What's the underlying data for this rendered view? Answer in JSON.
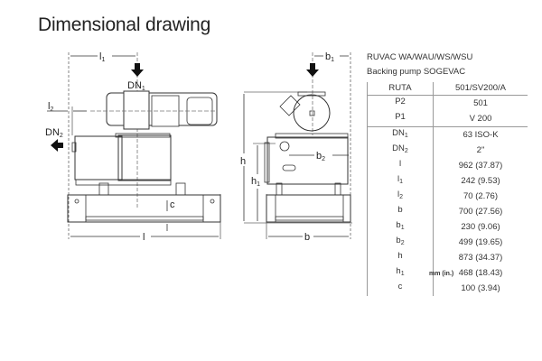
{
  "title": "Dimensional drawing",
  "model": "RUVAC WA/WAU/WS/WSU",
  "backing_pump": "Backing pump SOGEVAC",
  "drawing_labels": {
    "l": "l",
    "l1": "l",
    "l1_sub": "1",
    "l2": "l",
    "l2_sub": "2",
    "dn1": "DN",
    "dn1_sub": "1",
    "dn2": "DN",
    "dn2_sub": "2",
    "c": "c",
    "h": "h",
    "h1": "h",
    "h1_sub": "1",
    "b": "b",
    "b1": "b",
    "b1_sub": "1",
    "b2": "b",
    "b2_sub": "2"
  },
  "table": {
    "header": {
      "key": "RUTA",
      "value": "501/SV200/A"
    },
    "rows": [
      {
        "key": "P2",
        "sub": "",
        "value": "501"
      },
      {
        "key": "P1",
        "sub": "",
        "value": "V 200"
      },
      {
        "key": "DN",
        "sub": "1",
        "value": "63 ISO-K"
      },
      {
        "key": "DN",
        "sub": "2",
        "value": "2\""
      },
      {
        "key": "l",
        "sub": "",
        "value": "962 (37.87)"
      },
      {
        "key": "l",
        "sub": "1",
        "value": "242 (9.53)"
      },
      {
        "key": "l",
        "sub": "2",
        "value": "70 (2.76)"
      },
      {
        "key": "b",
        "sub": "",
        "value": "700 (27.56)"
      },
      {
        "key": "b",
        "sub": "1",
        "value": "230 (9.06)"
      },
      {
        "key": "b",
        "sub": "2",
        "value": "499 (19.65)"
      },
      {
        "key": "h",
        "sub": "",
        "value": "873 (34.37)"
      },
      {
        "key": "h",
        "sub": "1",
        "value": "468 (18.43)"
      },
      {
        "key": "c",
        "sub": "",
        "value": "100 (3.94)"
      }
    ]
  },
  "unit_note": "mm (in.)"
}
